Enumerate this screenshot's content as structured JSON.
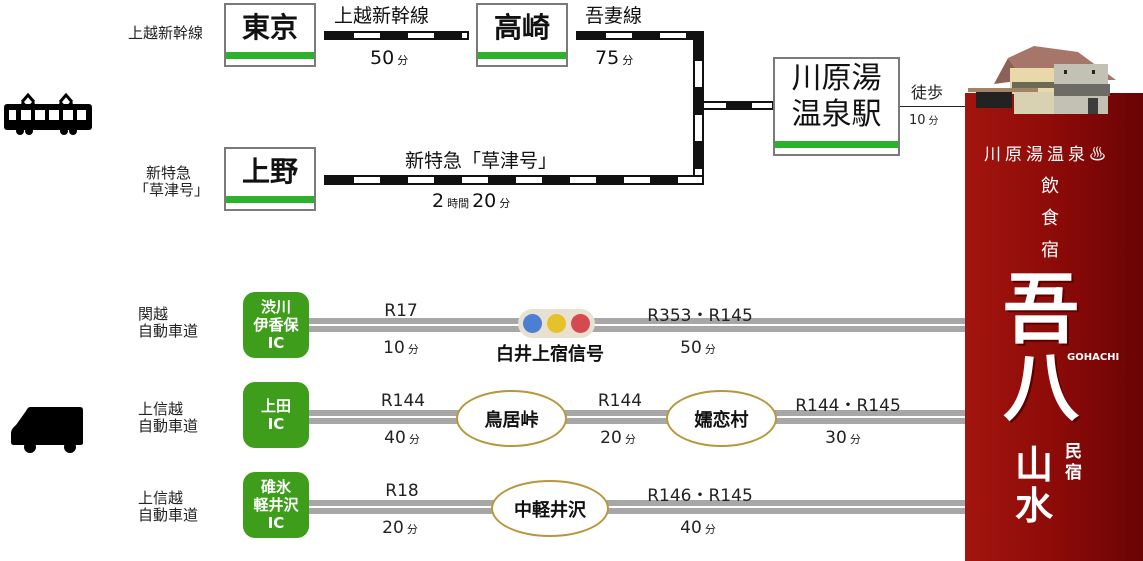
{
  "train": {
    "icon": "train-icon",
    "origins": [
      {
        "line_label": "上越新幹線",
        "station": "東京"
      },
      {
        "line_label_1": "新特急",
        "line_label_2": "「草津号」",
        "station": "上野"
      }
    ],
    "segments": {
      "tokyo_takasaki": {
        "line": "上越新幹線",
        "time_value": "50",
        "time_unit": "分"
      },
      "takasaki_kawarayu": {
        "line": "吾妻線",
        "time_value": "75",
        "time_unit": "分"
      },
      "ueno_kawarayu": {
        "line": "新特急「草津号」",
        "hours": "2",
        "hours_unit": "時間",
        "minutes": "20",
        "minutes_unit": "分"
      }
    },
    "transfer_station": "高崎",
    "destination_station": {
      "line1": "川原湯",
      "line2": "温泉駅"
    },
    "walk": {
      "label": "徒歩",
      "time": "10",
      "unit": "分"
    }
  },
  "car": {
    "icon": "car-icon",
    "routes": [
      {
        "expressway": [
          "関越",
          "自動車道"
        ],
        "ic": [
          "渋川",
          "伊香保",
          "IC"
        ],
        "waypoint": "白井上宿信号",
        "waypoint_type": "traffic-signal",
        "legs": [
          {
            "road": "R17",
            "time": "10",
            "unit": "分"
          },
          {
            "road": "R353・R145",
            "time": "50",
            "unit": "分"
          }
        ]
      },
      {
        "expressway": [
          "上信越",
          "自動車道"
        ],
        "ic": [
          "上田",
          "IC"
        ],
        "waypoints": [
          "鳥居峠",
          "嬬恋村"
        ],
        "legs": [
          {
            "road": "R144",
            "time": "40",
            "unit": "分"
          },
          {
            "road": "R144",
            "time": "20",
            "unit": "分"
          },
          {
            "road": "R144・R145",
            "time": "30",
            "unit": "分"
          }
        ]
      },
      {
        "expressway": [
          "上信越",
          "自動車道"
        ],
        "ic": [
          "碓氷",
          "軽井沢",
          "IC"
        ],
        "waypoint": "中軽井沢",
        "legs": [
          {
            "road": "R18",
            "time": "20",
            "unit": "分"
          },
          {
            "road": "R146・R145",
            "time": "40",
            "unit": "分"
          }
        ]
      }
    ]
  },
  "banner": {
    "area": "川原湯温泉",
    "onsen_icon": "♨",
    "tagline": [
      "飲",
      "食",
      "宿"
    ],
    "name_main": [
      "吾",
      "八"
    ],
    "name_romaji": "GOHACHI",
    "minshuku_label": [
      "民",
      "宿"
    ],
    "name_sub": [
      "山",
      "水"
    ]
  },
  "colors": {
    "station_green": "#2cb12a",
    "ic_green": "#3e9e1c",
    "banner_red": "#a4150e",
    "road_gray": "#a7a7a7",
    "oval_border": "#b8963c",
    "signal_blue": "#4a7fd4",
    "signal_yellow": "#e6c22a",
    "signal_red": "#d44a4f"
  }
}
